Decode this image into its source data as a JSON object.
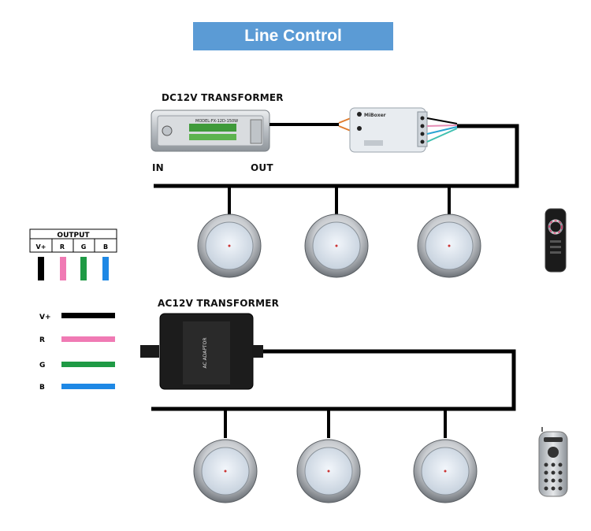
{
  "title": "Line Control",
  "dc_transformer": {
    "label": "DC12V TRANSFORMER",
    "in_label": "IN",
    "out_label": "OUT",
    "model_text": "MODEL:FX-12D-150W"
  },
  "ac_transformer": {
    "label": "AC12V TRANSFORMER",
    "model_text": "AC ADAPTOR"
  },
  "controller": {
    "brand_text": "MiBoxer"
  },
  "output_table": {
    "header": "OUTPUT",
    "columns": [
      "V+",
      "R",
      "G",
      "B"
    ]
  },
  "legend": [
    {
      "label": "V+",
      "color": "#000000"
    },
    {
      "label": "R",
      "color": "#f07ab4"
    },
    {
      "label": "G",
      "color": "#1f9a45"
    },
    {
      "label": "B",
      "color": "#1e88e5"
    }
  ],
  "colors": {
    "banner": "#5b9bd5",
    "wire": "#000000"
  }
}
